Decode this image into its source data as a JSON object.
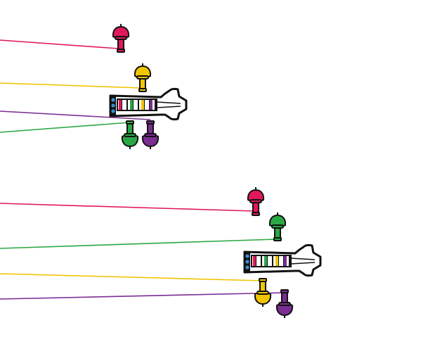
{
  "colors": {
    "red": "#e0185a",
    "yellow": "#f2c500",
    "green": "#2aa845",
    "purple": "#7b2d94",
    "outline": "#111111",
    "bead": "#3a8fd6"
  },
  "instruments": [
    {
      "name": "headstock-top",
      "pegs": [
        "red",
        "yellow",
        "green",
        "purple"
      ]
    },
    {
      "name": "headstock-bottom",
      "pegs": [
        "red",
        "green",
        "yellow",
        "purple"
      ]
    }
  ]
}
